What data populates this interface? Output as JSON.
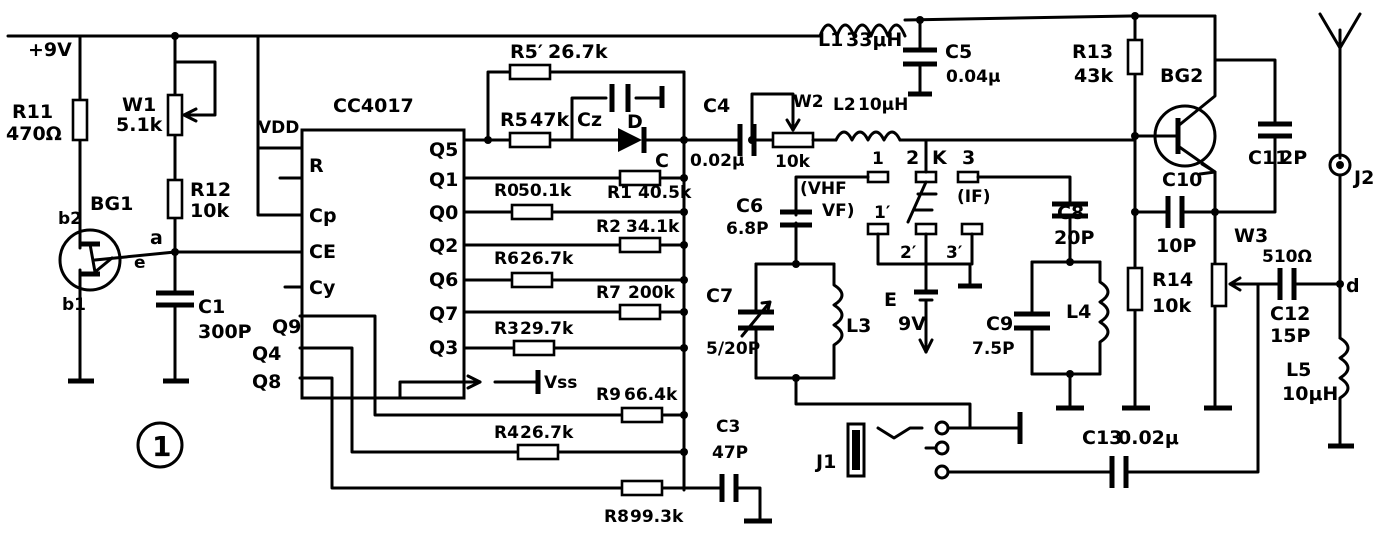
{
  "supply": "+9V",
  "ic": {
    "name": "CC4017",
    "pins_left": [
      "R",
      "Cp",
      "CE",
      "Cy"
    ],
    "pins_right": [
      "Q5",
      "Q1",
      "Q0",
      "Q2",
      "Q6",
      "Q7",
      "Q3"
    ],
    "pins_outer": [
      "Q9",
      "Q4",
      "Q8"
    ],
    "vdd": "VDD",
    "vss": "Vss"
  },
  "components": {
    "R11": "470Ω",
    "W1": "5.1k",
    "R12": "10k",
    "C1": "300P",
    "R5p": "26.7k",
    "R5": "47k",
    "R0": "50.1k",
    "R1": "40.5k",
    "R2": "34.1k",
    "R6": "26.7k",
    "R7": "200k",
    "R3": "29.7k",
    "R9": "66.4k",
    "R4": "26.7k",
    "R8": "99.3k",
    "C3": "47P",
    "C4": "0.02μ",
    "W2": "10k",
    "L2": "10μH",
    "L1": "33μH",
    "C5": "0.04μ",
    "C6": "6.8P",
    "C7": "5/20P",
    "C8": "20P",
    "C9": "7.5P",
    "R13": "43k",
    "R14": "10k",
    "C10": "10P",
    "C11": "2P",
    "W3": "510Ω",
    "C12": "15P",
    "L5": "10μH",
    "C13": "0.02μ",
    "E": "9V"
  },
  "labels": {
    "R11": "R11",
    "W1": "W1",
    "R12": "R12",
    "C1": "C1",
    "BG1": "BG1",
    "b2": "b2",
    "b1": "b1",
    "e": "e",
    "a": "a",
    "R5p": "R5′",
    "R5": "R5",
    "Cz": "Cz",
    "D": "D",
    "C": "C",
    "R0": "R0",
    "R1": "R1",
    "R2": "R2",
    "R6": "R6",
    "R7": "R7",
    "R3": "R3",
    "R9": "R9",
    "R4": "R4",
    "R8": "R8",
    "C3": "C3",
    "C4": "C4",
    "W2": "W2",
    "L2": "L2",
    "L1": "L1",
    "C5": "C5",
    "C6": "C6",
    "C7": "C7",
    "L3": "L3",
    "C8": "C8",
    "C9": "C9",
    "L4": "L4",
    "E": "E",
    "R13": "R13",
    "R14": "R14",
    "BG2": "BG2",
    "C10": "C10",
    "C11": "C11",
    "W3": "W3",
    "C12": "C12",
    "L5": "L5",
    "J1": "J1",
    "J2": "J2",
    "C13": "C13",
    "d": "d"
  },
  "switch": {
    "positions": [
      "1",
      "2",
      "3"
    ],
    "positions_lower": [
      "1′",
      "2′",
      "3′"
    ],
    "K": "K",
    "vhf": "(VHF",
    "vf": "VF)",
    "if": "(IF)"
  },
  "figure_number": "1"
}
